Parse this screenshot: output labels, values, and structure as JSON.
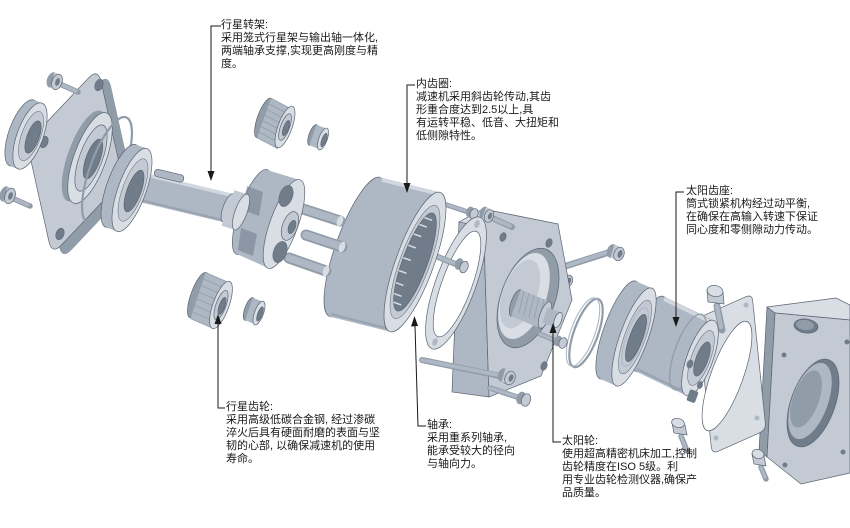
{
  "palette": {
    "bg": "#ffffff",
    "light": "#d9dee5",
    "mid": "#c3cad4",
    "base": "#aeb7c4",
    "dark": "#919ca9",
    "shadow": "#717c8b",
    "outline": "#5a6471",
    "line": "#1a1a1a"
  },
  "callouts": [
    {
      "id": "planet-carrier",
      "title": "行星转架:",
      "body": "采用笼式行星架与输出轴一体化,\n两端轴承支撑,实现更高刚度与精\n度。"
    },
    {
      "id": "ring-gear",
      "title": "内齿圈:",
      "body": "减速机采用斜齿轮传动,其齿\n形重合度达到2.5以上,具\n有运转平稳、低音、大扭矩和\n低侧隙特性。"
    },
    {
      "id": "sun-gear-seat",
      "title": "太阳齿座:",
      "body": "筒式锁紧机构经过动平衡,\n在确保在高输入转速下保证\n同心度和零侧隙动力传动。"
    },
    {
      "id": "planet-gear",
      "title": "行星齿轮:",
      "body": "采用高级低碳合金钢, 经过渗碳\n淬火后具有硬面耐磨的表面与坚\n韧的心部, 以确保减速机的使用\n寿命。"
    },
    {
      "id": "bearing",
      "title": "轴承:",
      "body": "采用重系列轴承,\n能承受较大的径向\n与轴向力。"
    },
    {
      "id": "sun-gear",
      "title": "太阳轮:",
      "body": "使用超高精密机床加工,控制\n齿轮精度在ISO 5级。利\n用专业齿轮检测仪器,确保产\n品质量。"
    }
  ]
}
